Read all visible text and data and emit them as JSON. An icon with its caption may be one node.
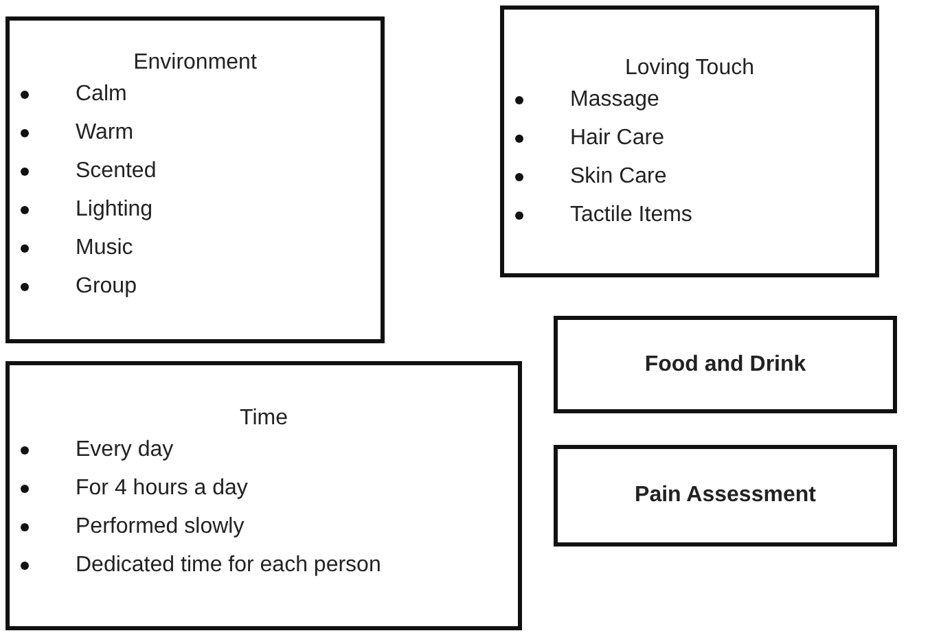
{
  "diagram": {
    "nodes": [
      {
        "text": [
          "Environment",
          "Calm",
          "Warm",
          "Scented",
          "Lighting",
          "Music",
          "Group"
        ]
      },
      {
        "text": [
          "Loving Touch",
          "Massage",
          "Hair Care",
          "Skin Care",
          "Tactile Items"
        ]
      },
      {
        "text": [
          "Time",
          "Every day",
          "For 4 hours a day",
          "Performed slowly",
          "Dedicated time for each person"
        ]
      },
      {
        "text": [
          "Food and Drink"
        ]
      },
      {
        "text": [
          "Pain Assessment"
        ]
      }
    ]
  }
}
